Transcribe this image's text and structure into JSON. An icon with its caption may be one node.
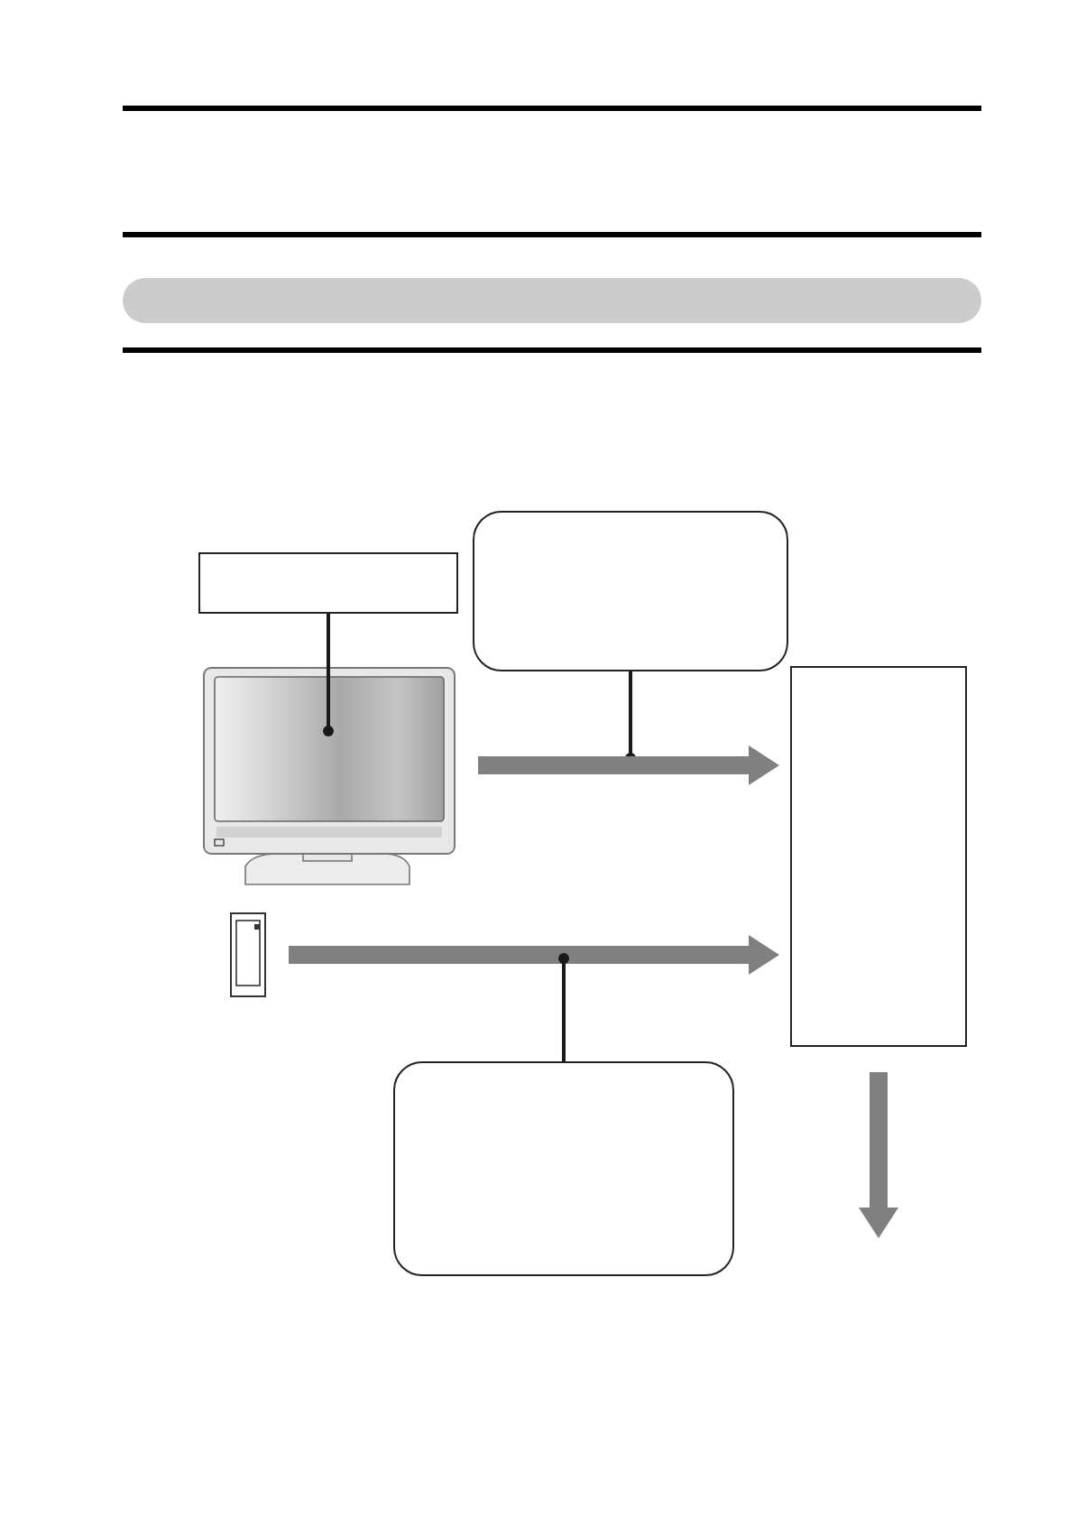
{
  "diagram": {
    "nodes": [
      {
        "text": [],
        "shape": "bar"
      },
      {
        "text": [],
        "shape": "box"
      },
      {
        "text": [],
        "shape": "box"
      },
      {
        "text": [],
        "shape": "picture"
      },
      {
        "text": [],
        "shape": "box"
      },
      {
        "text": [],
        "shape": "picture"
      },
      {
        "text": [],
        "shape": "box"
      }
    ],
    "edges": [
      {
        "from": 1,
        "to": 3,
        "arrow": "other"
      },
      {
        "from": 2,
        "to": null,
        "arrow": "other"
      },
      {
        "from": 3,
        "to": 4,
        "arrow": "to",
        "style": "thick",
        "color": "#808080"
      },
      {
        "from": 5,
        "to": 4,
        "arrow": "to",
        "style": "thick",
        "color": "#808080"
      },
      {
        "from": 6,
        "to": null,
        "arrow": "other"
      },
      {
        "from": 4,
        "to": null,
        "arrow": "to",
        "style": "thick",
        "color": "#808080"
      }
    ]
  }
}
